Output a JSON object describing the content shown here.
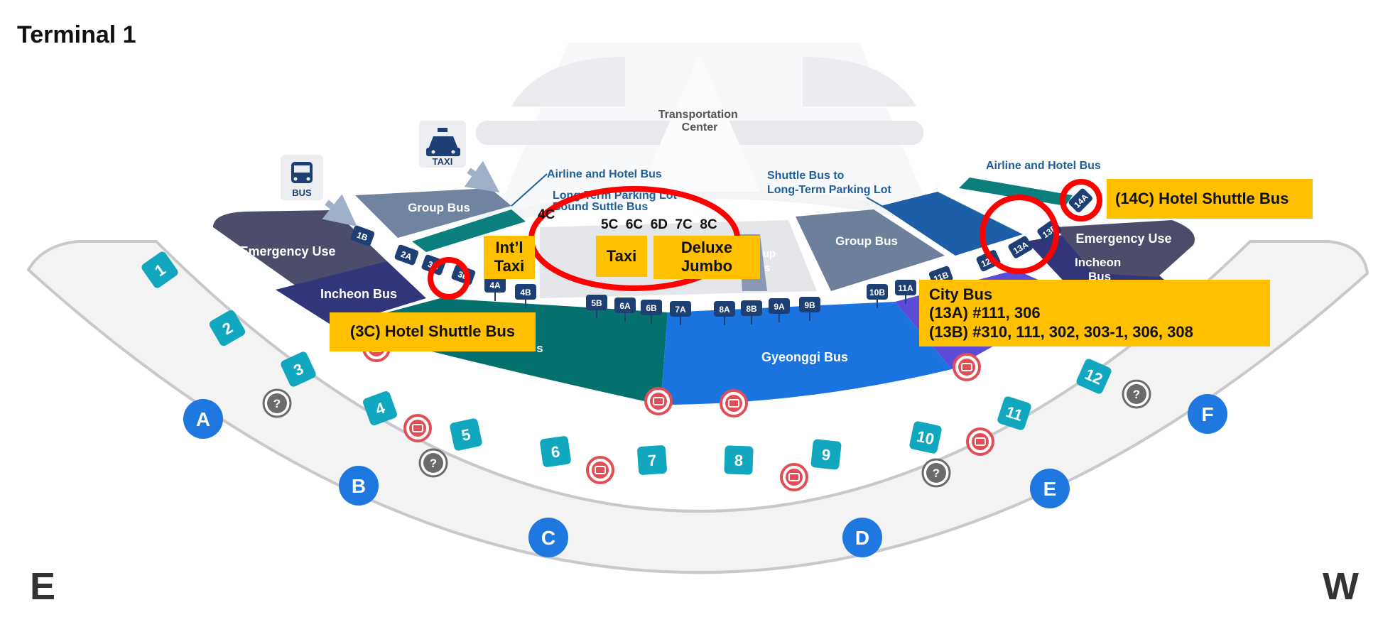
{
  "title": "Terminal 1",
  "compass": {
    "left": "E",
    "right": "W"
  },
  "colors": {
    "outer_ring": "#f1f1f2",
    "outer_ring_stroke": "#c8c8cc",
    "gate_cyan": "#11a7bf",
    "door_blue": "#1f78e0",
    "emergency": "#4a4d6a",
    "incheon_bus": "#33357a",
    "green_zone": "#05716f",
    "gyeonggi_bus": "#1b73e0",
    "purple_zone": "#5b4bd6",
    "group_bus": "#6e7f9c",
    "stop_badge": "#1e3f73",
    "callout": "#ffc000",
    "highlight": "#ff0000",
    "teal_bar": "#0b7e7e",
    "icon_red": "#e04f56"
  },
  "zones": {
    "emergency_left": "Emergency Use",
    "emergency_right": "Emergency Use",
    "group_bus_left": "Group Bus",
    "group_bus_right": "Group Bus",
    "group_partial": "up\ns",
    "incheon_bus_left": "Incheon Bus",
    "incheon_bus_right": "Incheon\nBus",
    "green_partial": "s",
    "gyeonggi_bus": "Gyeonggi Bus",
    "transportation_center": "Transportation\nCenter"
  },
  "icons": {
    "bus": "BUS",
    "taxi": "TAXI"
  },
  "upper_labels": {
    "airline_hotel_left": "Airline and Hotel Bus",
    "airline_hotel_right": "Airline and Hotel Bus",
    "long_term_partial": "Long-Term Parking Lot\nBound Suttle Bus",
    "shuttle_long_term": "Shuttle Bus to\nLong-Term Parking Lot"
  },
  "stops": [
    "1B",
    "2A",
    "3B",
    "3E",
    "4A",
    "4B",
    "5B",
    "6A",
    "6B",
    "7A",
    "8A",
    "8B",
    "9A",
    "9B",
    "10B",
    "11A",
    "11B",
    "12A",
    "13A",
    "13B",
    "14A"
  ],
  "gates": [
    "1",
    "2",
    "3",
    "4",
    "5",
    "6",
    "7",
    "8",
    "9",
    "10",
    "11",
    "12"
  ],
  "doors": [
    "A",
    "B",
    "C",
    "D",
    "E",
    "F"
  ],
  "markers": {
    "info": "?"
  },
  "callouts": {
    "hotel_3c": "(3C) Hotel Shuttle Bus",
    "intl_taxi": [
      "Int’l",
      "Taxi"
    ],
    "taxi": "Taxi",
    "deluxe_jumbo": [
      "Deluxe",
      "Jumbo"
    ],
    "hotel_14c": "(14C) Hotel Shuttle Bus",
    "city_bus": [
      "City Bus",
      "(13A) #111, 306",
      "(13B) #310, 111, 302, 303-1, 306, 308"
    ]
  },
  "stop_codes": {
    "c4": "4C",
    "c5_8": "5C  6C  6D  7C  8C"
  }
}
